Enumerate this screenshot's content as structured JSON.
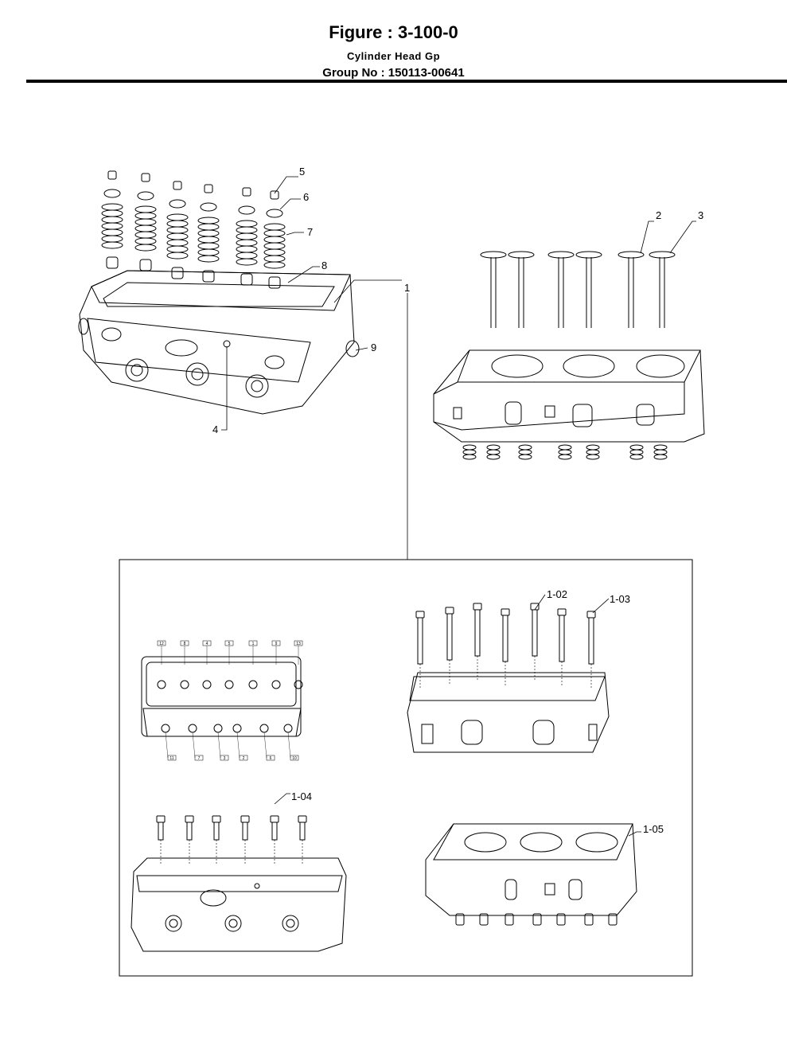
{
  "header": {
    "figure": "Figure : 3-100-0",
    "title": "Cylinder Head Gp",
    "group": "Group No :  150113-00641"
  },
  "callouts": {
    "c1": "1",
    "c2": "2",
    "c3": "3",
    "c4": "4",
    "c5": "5",
    "c6": "6",
    "c7": "7",
    "c8": "8",
    "c9": "9",
    "c102": "1-02",
    "c103": "1-03",
    "c104": "1-04",
    "c105": "1-05"
  },
  "torque_sequence": {
    "top": [
      "12",
      "8",
      "4",
      "5",
      "1",
      "9",
      "13"
    ],
    "bottom": [
      "11",
      "7",
      "3",
      "2",
      "6",
      "10"
    ]
  }
}
